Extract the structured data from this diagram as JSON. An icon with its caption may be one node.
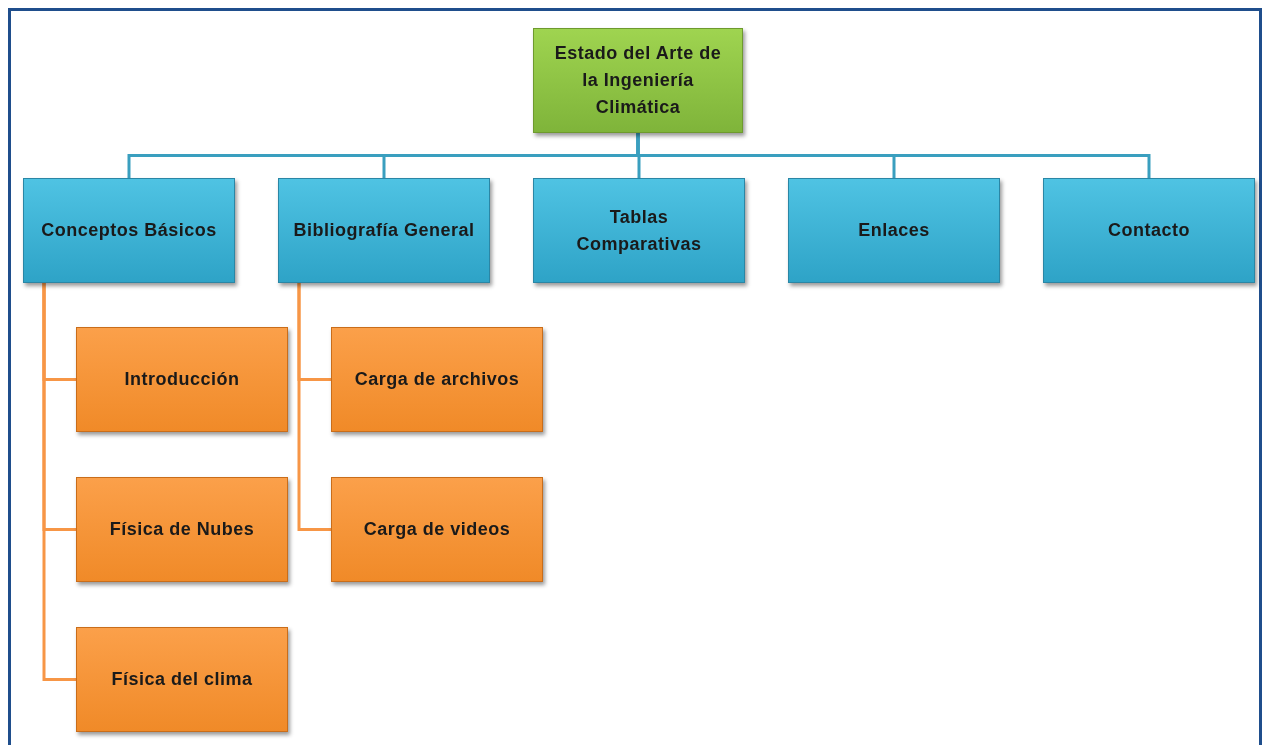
{
  "diagram": {
    "nodes": [
      {
        "text": [
          "Estado del Arte de la Ingeniería Climática"
        ]
      },
      {
        "text": [
          "Conceptos Básicos"
        ]
      },
      {
        "text": [
          "Bibliografía General"
        ]
      },
      {
        "text": [
          "Tablas Comparativas"
        ]
      },
      {
        "text": [
          "Enlaces"
        ]
      },
      {
        "text": [
          "Contacto"
        ]
      },
      {
        "text": [
          "Introducción"
        ]
      },
      {
        "text": [
          "Física de Nubes"
        ]
      },
      {
        "text": [
          "Física del clima"
        ]
      },
      {
        "text": [
          "Carga de archivos"
        ]
      },
      {
        "text": [
          "Carga de videos"
        ]
      }
    ],
    "edges": [
      {
        "from": 0,
        "to": 1,
        "arrow": "none"
      },
      {
        "from": 0,
        "to": 2,
        "arrow": "none"
      },
      {
        "from": 0,
        "to": 3,
        "arrow": "none"
      },
      {
        "from": 0,
        "to": 4,
        "arrow": "none"
      },
      {
        "from": 0,
        "to": 5,
        "arrow": "none"
      },
      {
        "from": 1,
        "to": 6,
        "arrow": "none",
        "color": "#f79646"
      },
      {
        "from": 1,
        "to": 7,
        "arrow": "none",
        "color": "#f79646"
      },
      {
        "from": 1,
        "to": 8,
        "arrow": "none",
        "color": "#f79646"
      },
      {
        "from": 2,
        "to": 9,
        "arrow": "none",
        "color": "#f79646"
      },
      {
        "from": 2,
        "to": 10,
        "arrow": "none",
        "color": "#f79646"
      }
    ]
  }
}
